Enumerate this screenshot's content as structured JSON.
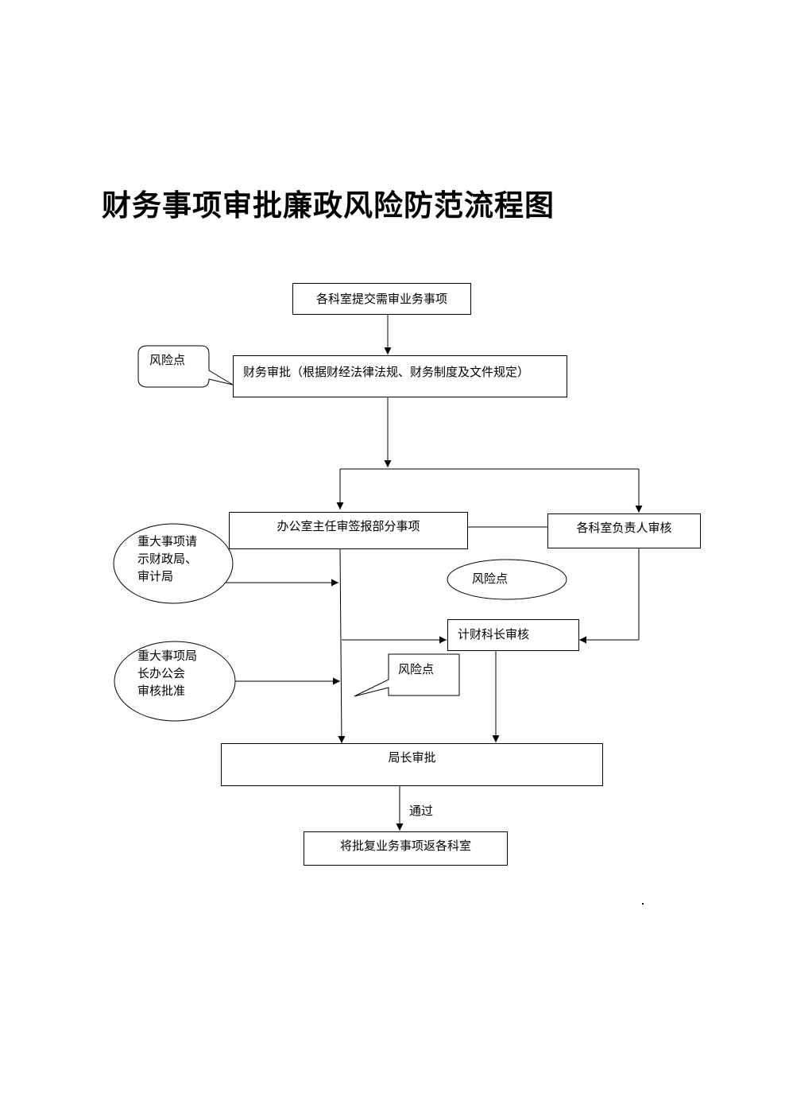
{
  "title": "财务事项审批廉政风险防范流程图",
  "nodes": {
    "submit": "各科室提交需审业务事项",
    "finance_approval": "财务审批（根据财经法律法规、财务制度及文件规定）",
    "office_director": "办公室主任审签报部分事项",
    "dept_head": "各科室负责人审核",
    "finance_chief": "计财科长审核",
    "director_approval": "局长审批",
    "return": "将批复业务事项返各科室"
  },
  "callouts": {
    "risk_1": "风险点",
    "risk_2": "风险点",
    "risk_3": "风险点",
    "major_report": [
      "重大事项请",
      "示财政局、",
      "审计局"
    ],
    "major_meeting": [
      "重大事项局",
      "长办公会",
      "审核批准"
    ]
  },
  "edge_labels": {
    "pass": "通过"
  }
}
